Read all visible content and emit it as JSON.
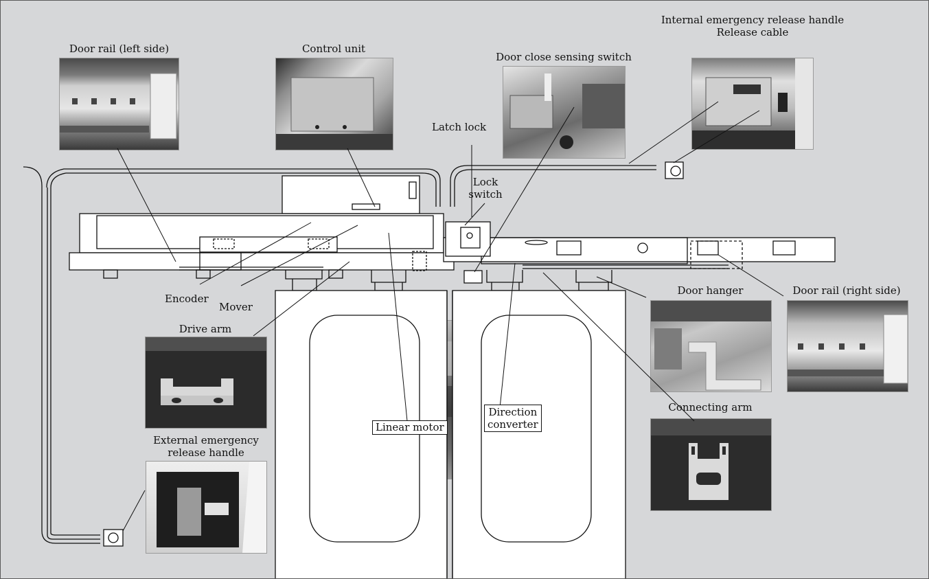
{
  "labels": {
    "door_rail_left": "Door rail (left side)",
    "control_unit": "Control unit",
    "door_close_sensing_switch": "Door close sensing switch",
    "internal_release_handle": "Internal emergency release handle",
    "release_cable": "Release cable",
    "latch_lock": "Latch lock",
    "lock_switch_line1": "Lock",
    "lock_switch_line2": "switch",
    "encoder": "Encoder",
    "mover": "Mover",
    "drive_arm": "Drive arm",
    "external_release_handle_line1": "External emergency",
    "external_release_handle_line2": "release handle",
    "door_hanger": "Door hanger",
    "door_rail_right": "Door rail (right side)",
    "connecting_arm": "Connecting arm",
    "linear_motor": "Linear motor",
    "direction_converter_line1": "Direction",
    "direction_converter_line2": "converter"
  },
  "colors": {
    "background": "#d6d7d9",
    "line": "#111111",
    "panel": "#ffffff"
  }
}
